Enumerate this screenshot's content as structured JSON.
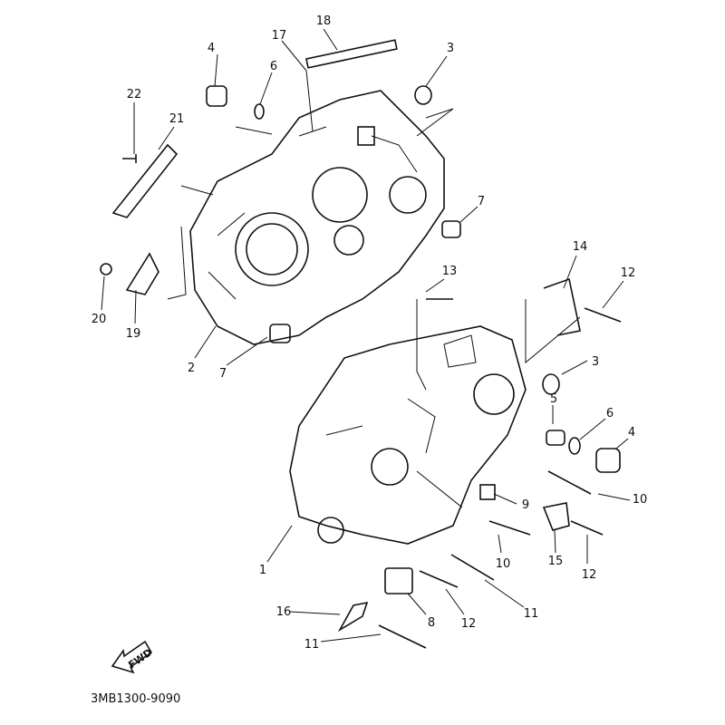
{
  "diagram": {
    "labels": [
      "18",
      "17",
      "4",
      "6",
      "3",
      "22",
      "21",
      "7",
      "13",
      "14",
      "12",
      "20",
      "19",
      "2",
      "7",
      "3",
      "5",
      "6",
      "4",
      "10",
      "9",
      "10",
      "15",
      "12",
      "1",
      "11",
      "16",
      "12",
      "8",
      "11"
    ],
    "fwd_label": "FWD",
    "drawing_code": "3MB1300-9090"
  }
}
